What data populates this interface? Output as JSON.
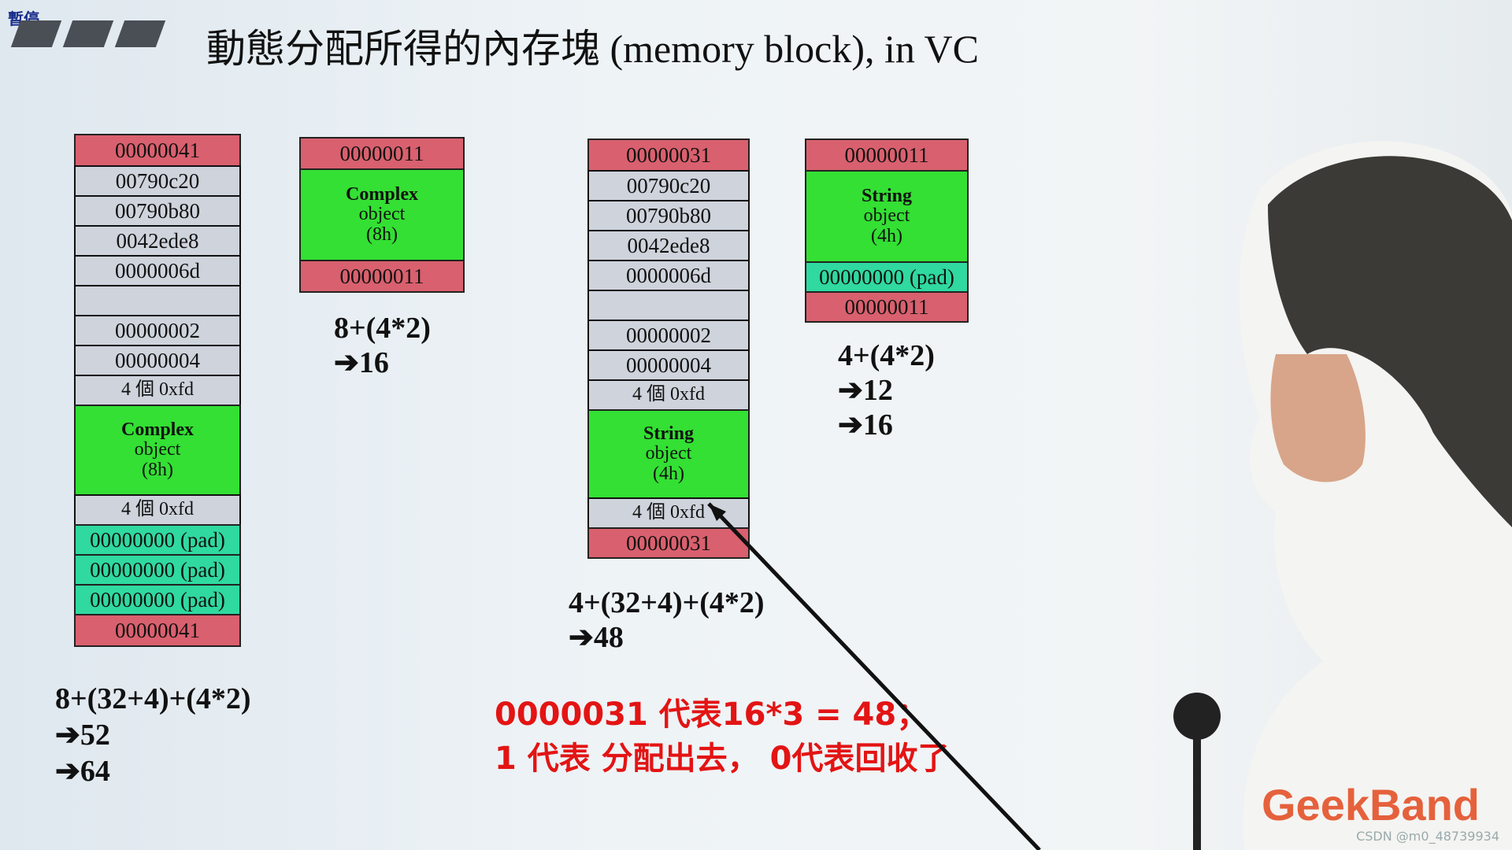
{
  "player": {
    "pause_label": "暫停"
  },
  "slide": {
    "title": "動態分配所得的內存塊 (memory block), in VC",
    "block1": {
      "header": "00000041",
      "rows": [
        "00790c20",
        "00790b80",
        "0042ede8",
        "0000006d",
        "",
        "00000002",
        "00000004",
        "4 個 0xfd"
      ],
      "object": [
        "Complex",
        "object",
        "(8h)"
      ],
      "guard": "4 個 0xfd",
      "pads": [
        "00000000 (pad)",
        "00000000 (pad)",
        "00000000 (pad)"
      ],
      "footer": "00000041",
      "calc": [
        "8+(32+4)+(4*2)",
        "➔52",
        "➔64"
      ]
    },
    "block2": {
      "header": "00000011",
      "object": [
        "Complex",
        "object",
        "(8h)"
      ],
      "footer": "00000011",
      "calc": [
        "8+(4*2)",
        "➔16"
      ]
    },
    "block3": {
      "header": "00000031",
      "rows": [
        "00790c20",
        "00790b80",
        "0042ede8",
        "0000006d",
        "",
        "00000002",
        "00000004",
        "4 個 0xfd"
      ],
      "object": [
        "String",
        "object",
        "(4h)"
      ],
      "guard": "4 個 0xfd",
      "footer": "00000031",
      "calc": [
        "4+(32+4)+(4*2)",
        "➔48"
      ]
    },
    "block4": {
      "header": "00000011",
      "object": [
        "String",
        "object",
        "(4h)"
      ],
      "pad": "00000000 (pad)",
      "footer": "00000011",
      "calc": [
        "4+(4*2)",
        "➔12",
        "➔16"
      ]
    },
    "note": [
      "0000031 代表16*3 = 48；",
      "1 代表 分配出去，  0代表回收了"
    ]
  },
  "branding": {
    "logo": "GeekBand",
    "watermark": "CSDN @m0_48739934"
  },
  "colors": {
    "header": "#d9606e",
    "body": "#ced3dc",
    "object": "#33e033",
    "pad": "#2fd9a0",
    "note": "#e31414",
    "logo": "#e5613c"
  }
}
